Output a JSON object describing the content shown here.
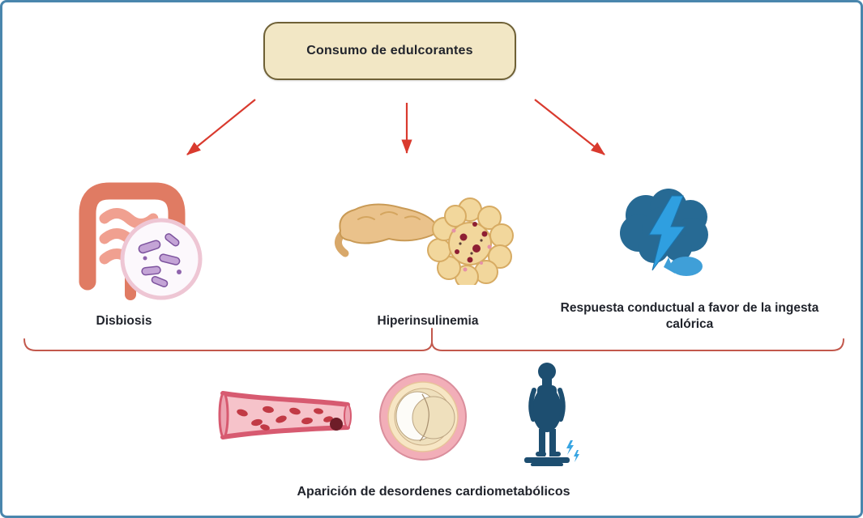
{
  "figure": {
    "title_box": {
      "label": "Consumo de edulcorantes"
    },
    "branches": [
      {
        "label": "Disbiosis",
        "icon": "intestine-microbiome-icon"
      },
      {
        "label": "Hiperinsulinemia",
        "icon": "pancreas-islets-icon"
      },
      {
        "label": "Respuesta conductual a favor de la ingesta calórica",
        "icon": "brain-lightning-icon"
      }
    ],
    "outcome": {
      "label": "Aparición de desordenes cardiometabólicos",
      "icons": [
        "blood-vessel-icon",
        "artery-cross-section-icon",
        "obese-person-on-scale-icon"
      ]
    }
  },
  "colors": {
    "frame-border": "#4a86ad",
    "arrow-red": "#d93a2e",
    "brace-red": "#c2584c",
    "box-fill": "#f2e7c5",
    "box-border": "#6f6136",
    "label-text": "#21242c"
  }
}
